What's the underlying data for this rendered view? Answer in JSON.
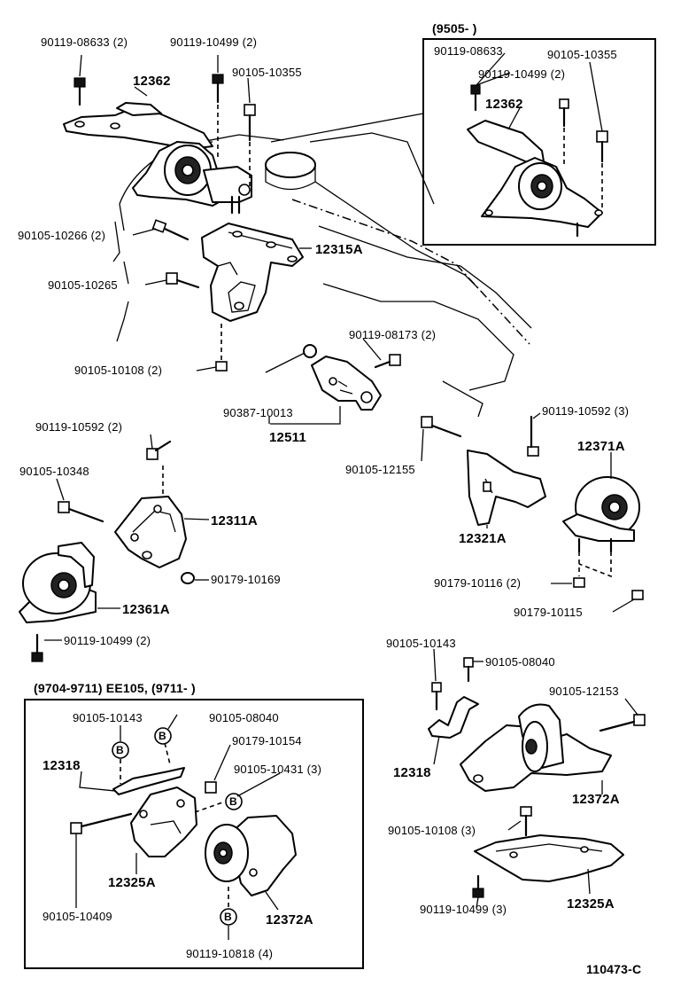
{
  "diagram_id": "110473-C",
  "insets": {
    "top_right": {
      "title": "(9505-        )"
    },
    "bottom_left": {
      "title": "(9704-9711) EE105,    (9711-        )"
    }
  },
  "labels": {
    "p1": "90119-08633 (2)",
    "p2": "90119-10499 (2)",
    "p3": "12362",
    "p4": "90105-10355",
    "p5": "90105-10266 (2)",
    "p6": "12315A",
    "p7": "90105-10265",
    "p8": "90119-08173 (2)",
    "p9": "90105-10108 (2)",
    "p10": "90387-10013",
    "p11": "12511",
    "p12": "90119-10592 (2)",
    "p13": "90105-10348",
    "p14": "12311A",
    "p15": "90179-10169",
    "p16": "12361A",
    "p17": "90119-10499 (2)",
    "p18": "90105-12155",
    "p19": "90119-10592 (3)",
    "p20": "12371A",
    "p21": "12321A",
    "p22": "90179-10116 (2)",
    "p23": "90179-10115",
    "p24": "90105-10143",
    "p25": "90105-08040",
    "p26": "90105-12153",
    "p27": "12318",
    "p28": "12372A",
    "p29": "90105-10108 (3)",
    "p30": "12325A",
    "p31": "90119-10499 (3)",
    "i1": "90119-08633",
    "i2": "90105-10355",
    "i3": "90119-10499 (2)",
    "i4": "12362",
    "b1": "90105-10143",
    "b2": "90105-08040",
    "b3": "90179-10154",
    "b4": "12318",
    "b5": "90105-10431 (3)",
    "b6": "12325A",
    "b7": "12372A",
    "b8": "90105-10409",
    "b9": "90119-10818 (4)",
    "marker": "B"
  }
}
